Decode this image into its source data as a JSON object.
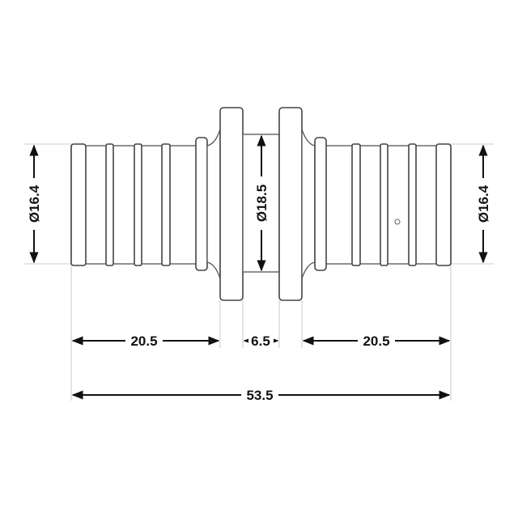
{
  "drawing": {
    "dimensions": {
      "left_diameter": "Ø16.4",
      "center_diameter": "Ø18.5",
      "right_diameter": "Ø16.4",
      "left_length": "20.5",
      "center_length": "6.5",
      "right_length": "20.5",
      "total_length": "53.5"
    },
    "colors": {
      "line": "#111111",
      "outline": "#555555",
      "extension": "#bbbbbb"
    }
  }
}
